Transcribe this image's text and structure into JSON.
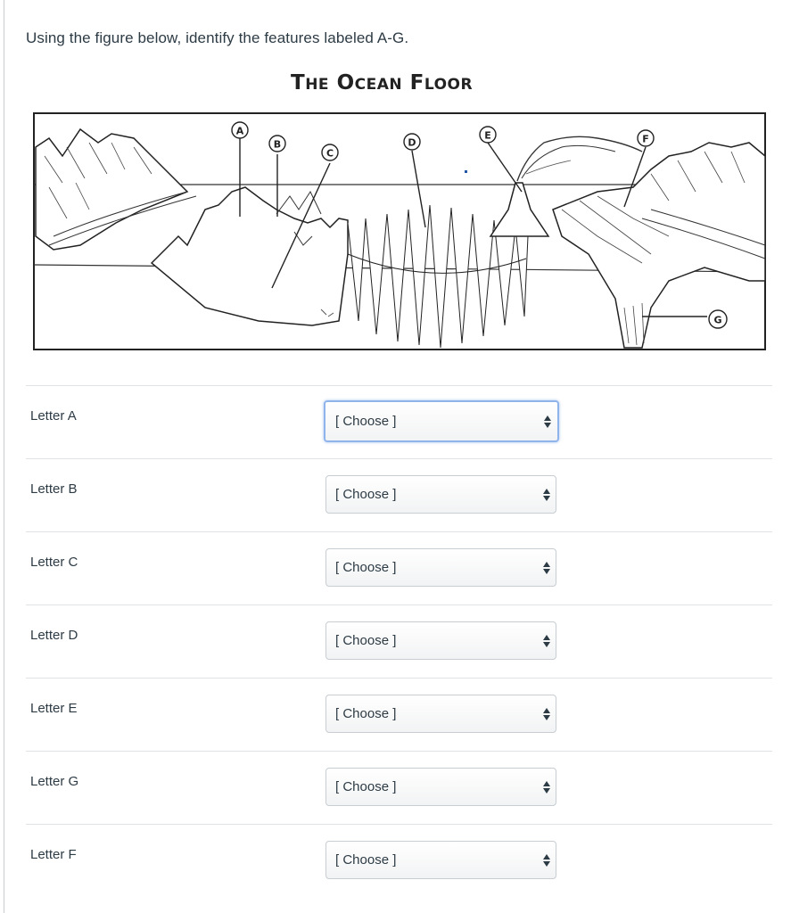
{
  "question": {
    "prompt": "Using the figure below, identify the features labeled A-G."
  },
  "figure": {
    "title_first": "T",
    "title_first_rest": "HE",
    "title_second": "O",
    "title_second_rest": "CEAN",
    "title_third": "F",
    "title_third_rest": "LOOR",
    "markers": [
      "A",
      "B",
      "C",
      "D",
      "E",
      "F",
      "G"
    ]
  },
  "rows": [
    {
      "label": "Letter A",
      "selected": "[ Choose ]"
    },
    {
      "label": "Letter B",
      "selected": "[ Choose ]"
    },
    {
      "label": "Letter C",
      "selected": "[ Choose ]"
    },
    {
      "label": "Letter D",
      "selected": "[ Choose ]"
    },
    {
      "label": "Letter E",
      "selected": "[ Choose ]"
    },
    {
      "label": "Letter G",
      "selected": "[ Choose ]"
    },
    {
      "label": "Letter F",
      "selected": "[ Choose ]"
    }
  ],
  "icons": {
    "select_arrows": "up-down-arrows-icon"
  }
}
